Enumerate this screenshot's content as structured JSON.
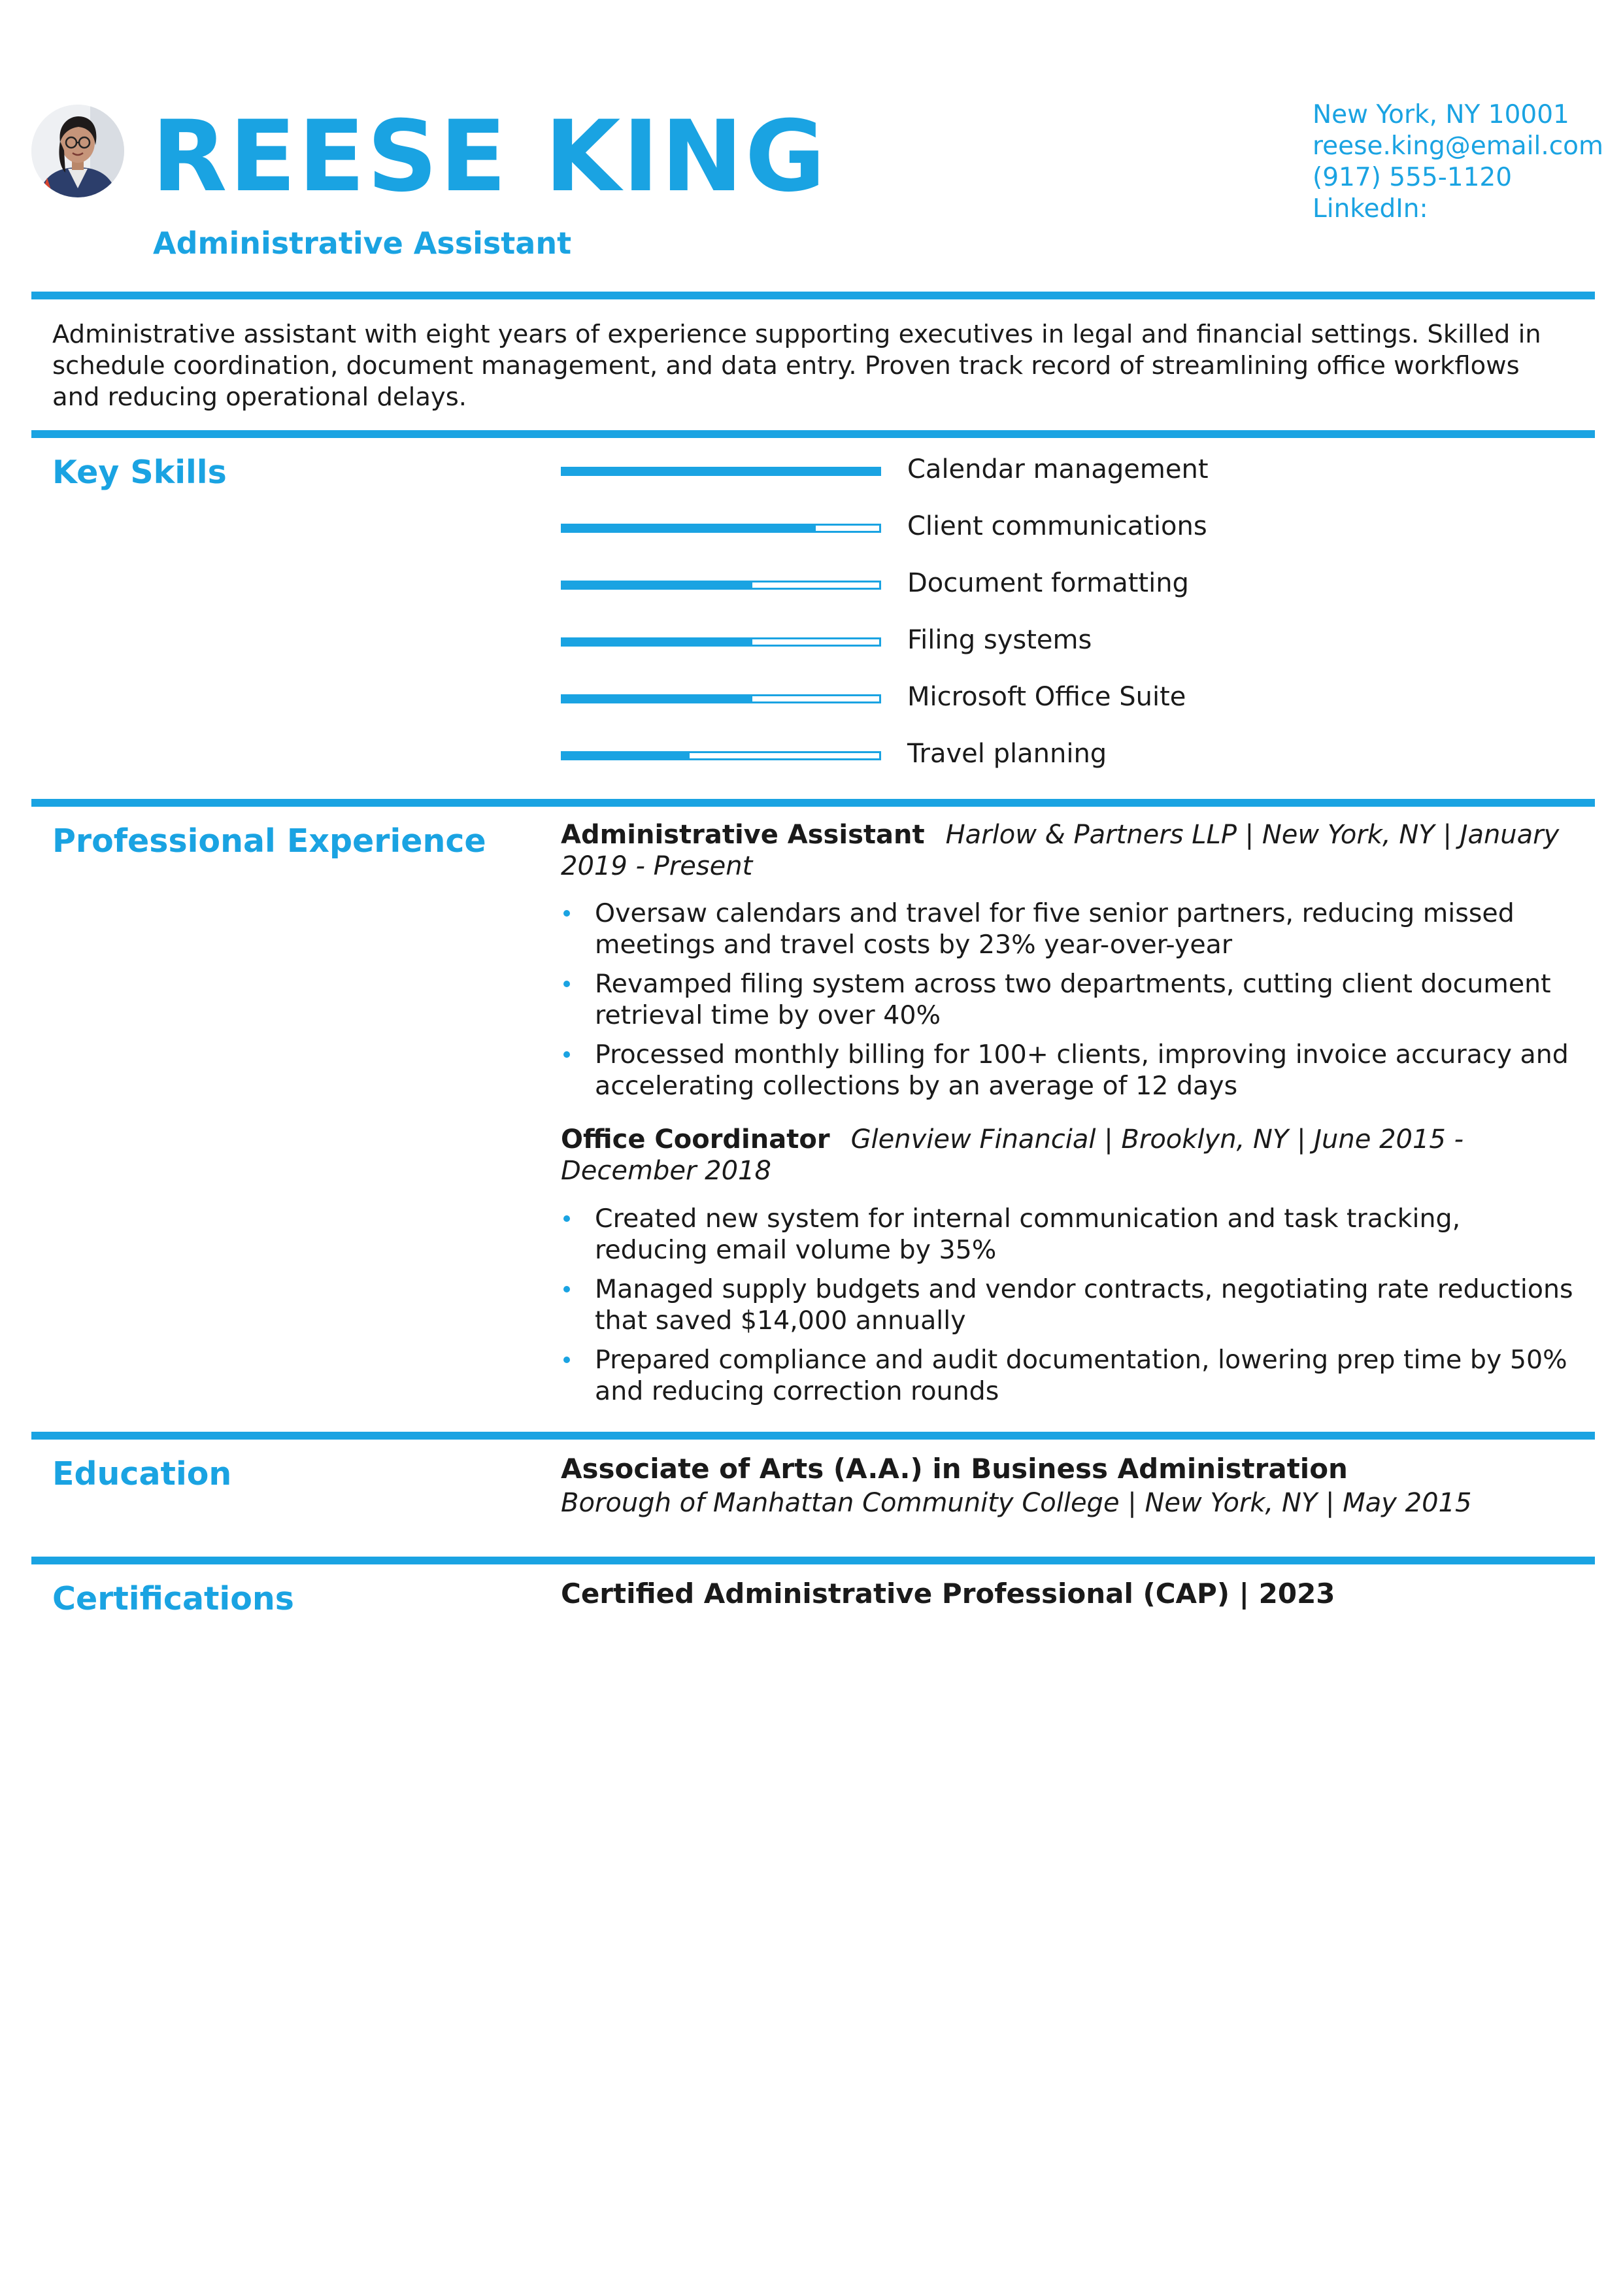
{
  "header": {
    "name": "REESE KING",
    "title": "Administrative Assistant",
    "contact": {
      "location": "New York, NY 10001",
      "email": "reese.king@email.com",
      "phone": "(917) 555-1120",
      "linkedin": "LinkedIn:"
    }
  },
  "summary": "Administrative assistant with eight years of experience supporting executives in legal and financial settings. Skilled in schedule coordination, document management, and data entry. Proven track record of streamlining office workflows and reducing operational delays.",
  "skills": {
    "heading": "Key Skills",
    "items": [
      {
        "label": "Calendar management",
        "level": 1.0
      },
      {
        "label": "Client communications",
        "level": 0.8
      },
      {
        "label": "Document formatting",
        "level": 0.6
      },
      {
        "label": "Filing systems",
        "level": 0.6
      },
      {
        "label": "Microsoft Office Suite",
        "level": 0.6
      },
      {
        "label": "Travel planning",
        "level": 0.4
      }
    ]
  },
  "experience": {
    "heading": "Professional Experience",
    "jobs": [
      {
        "role": "Administrative Assistant",
        "meta": "Harlow & Partners LLP | New York, NY | January 2019 - Present",
        "bullets": [
          "Oversaw calendars and travel for five senior partners, reducing missed meetings and travel costs by 23% year-over-year",
          "Revamped filing system across two departments, cutting client document retrieval time by over 40%",
          "Processed monthly billing for 100+ clients, improving invoice accuracy and accelerating collections by an average of 12 days"
        ]
      },
      {
        "role": "Office Coordinator",
        "meta": "Glenview Financial | Brooklyn, NY  | June 2015 - December 2018",
        "bullets": [
          "Created new system for internal communication and task tracking, reducing email volume by 35%",
          "Managed supply budgets and vendor contracts, negotiating rate reductions that saved $14,000 annually",
          "Prepared compliance and audit documentation, lowering prep time by 50% and reducing correction rounds"
        ]
      }
    ]
  },
  "education": {
    "heading": "Education",
    "degree": "Associate of Arts (A.A.) in Business Administration",
    "detail": "Borough of Manhattan Community College | New York, NY | May 2015"
  },
  "certifications": {
    "heading": "Certifications",
    "line": "Certified Administrative Professional (CAP) | 2023"
  },
  "colors": {
    "accent": "#1aa3e2",
    "text": "#1a1a1a"
  }
}
